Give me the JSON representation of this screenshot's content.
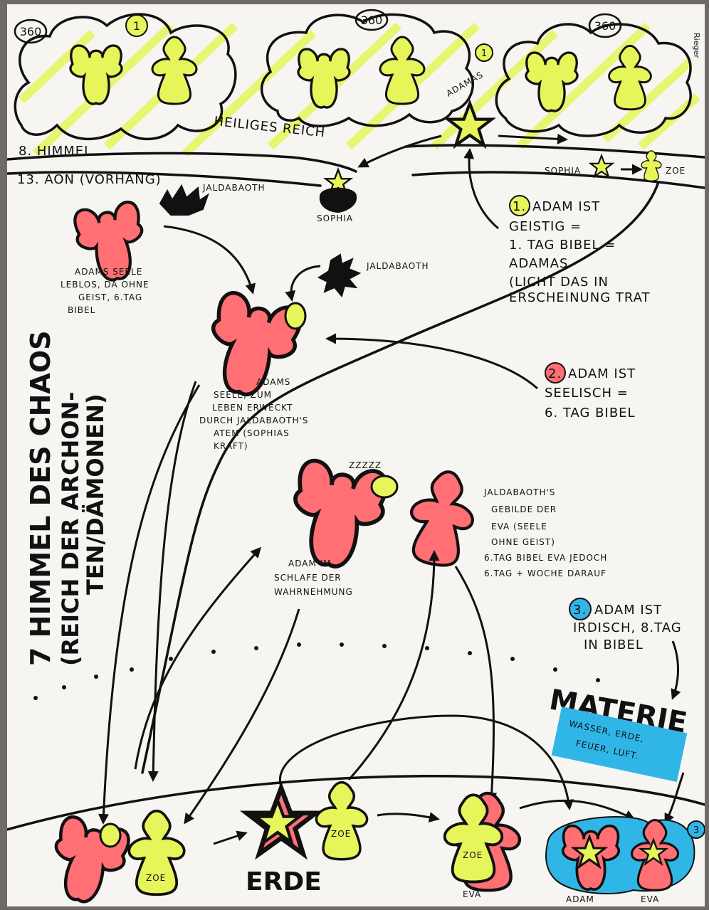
{
  "colors": {
    "neon_yellow": "#e6f55a",
    "salmon": "#ff6f73",
    "cyan": "#2fb6e6",
    "ink": "#111111",
    "paper": "#f7f5f2"
  },
  "header": {
    "numbers_360": [
      "360",
      "360",
      "360"
    ],
    "circle_1": "1",
    "signature": "Rieger",
    "label_8_himmel": "8. HIMMEL",
    "label_heiliges_reich": "HEILIGES REICH",
    "label_13_aeon": "13. ÄON (VORHANG)"
  },
  "upper": {
    "adamas": "ADAMAS",
    "circle_1_small": "1",
    "sophia_zoe": "SOPHIA",
    "zoe_small": "ZOE",
    "jaldabaoth_top": "JALDABAOTH",
    "sophia_label": "SOPHIA"
  },
  "chaos": {
    "vertical_title": "7 HIMMEL DES CHAOS",
    "vertical_sub_1": "(REICH DER ARCHON-",
    "vertical_sub_2": "TEN/DÄMONEN)",
    "adams_seele_leblos": [
      "ADAMS SEELE",
      "LEBLOS, DA OHNE",
      "GEIST, 6.TAG",
      "BIBEL"
    ],
    "jaldabaoth_mid": "JALDABAOTH",
    "adams_seele_erweckt": [
      "ADAMS",
      "SEELE, ZUM",
      "LEBEN ERWECKT",
      "DURCH JALDABAOTH'S",
      "ATEM (SOPHIAS",
      "KRAFT)"
    ],
    "note_1": {
      "num": "1.",
      "lines": [
        "ADAM IST",
        "GEISTIG =",
        "1. TAG BIBEL =",
        "ADAMAS",
        "(LICHT DAS IN",
        "ERSCHEINUNG TRAT"
      ]
    },
    "note_2": {
      "num": "2.",
      "lines": [
        "ADAM IST",
        "SEELISCH =",
        "6. TAG BIBEL"
      ]
    },
    "zzz": "ZZZZZ",
    "adam_im_schlafe": [
      "ADAM IM",
      "SCHLAFE DER",
      "WAHRNEHMUNG"
    ],
    "eva_note": [
      "JALDABAOTH'S",
      "GEBILDE DER",
      "EVA (SEELE",
      "OHNE GEIST)",
      "6.TAG BIBEL EVA JEDOCH",
      "6.TAG + WOCHE DARAUF"
    ],
    "note_3": {
      "num": "3.",
      "lines": [
        "ADAM IST",
        "IRDISCH, 8.TAG",
        "IN BIBEL"
      ]
    }
  },
  "earth": {
    "materie": "MATERIE",
    "elements": [
      "WASSER, ERDE,",
      "FEUER, LUFT."
    ],
    "erde": "ERDE",
    "zoe": "ZOE",
    "eva": "EVA",
    "adam": "ADAM",
    "circle_3": "3"
  }
}
